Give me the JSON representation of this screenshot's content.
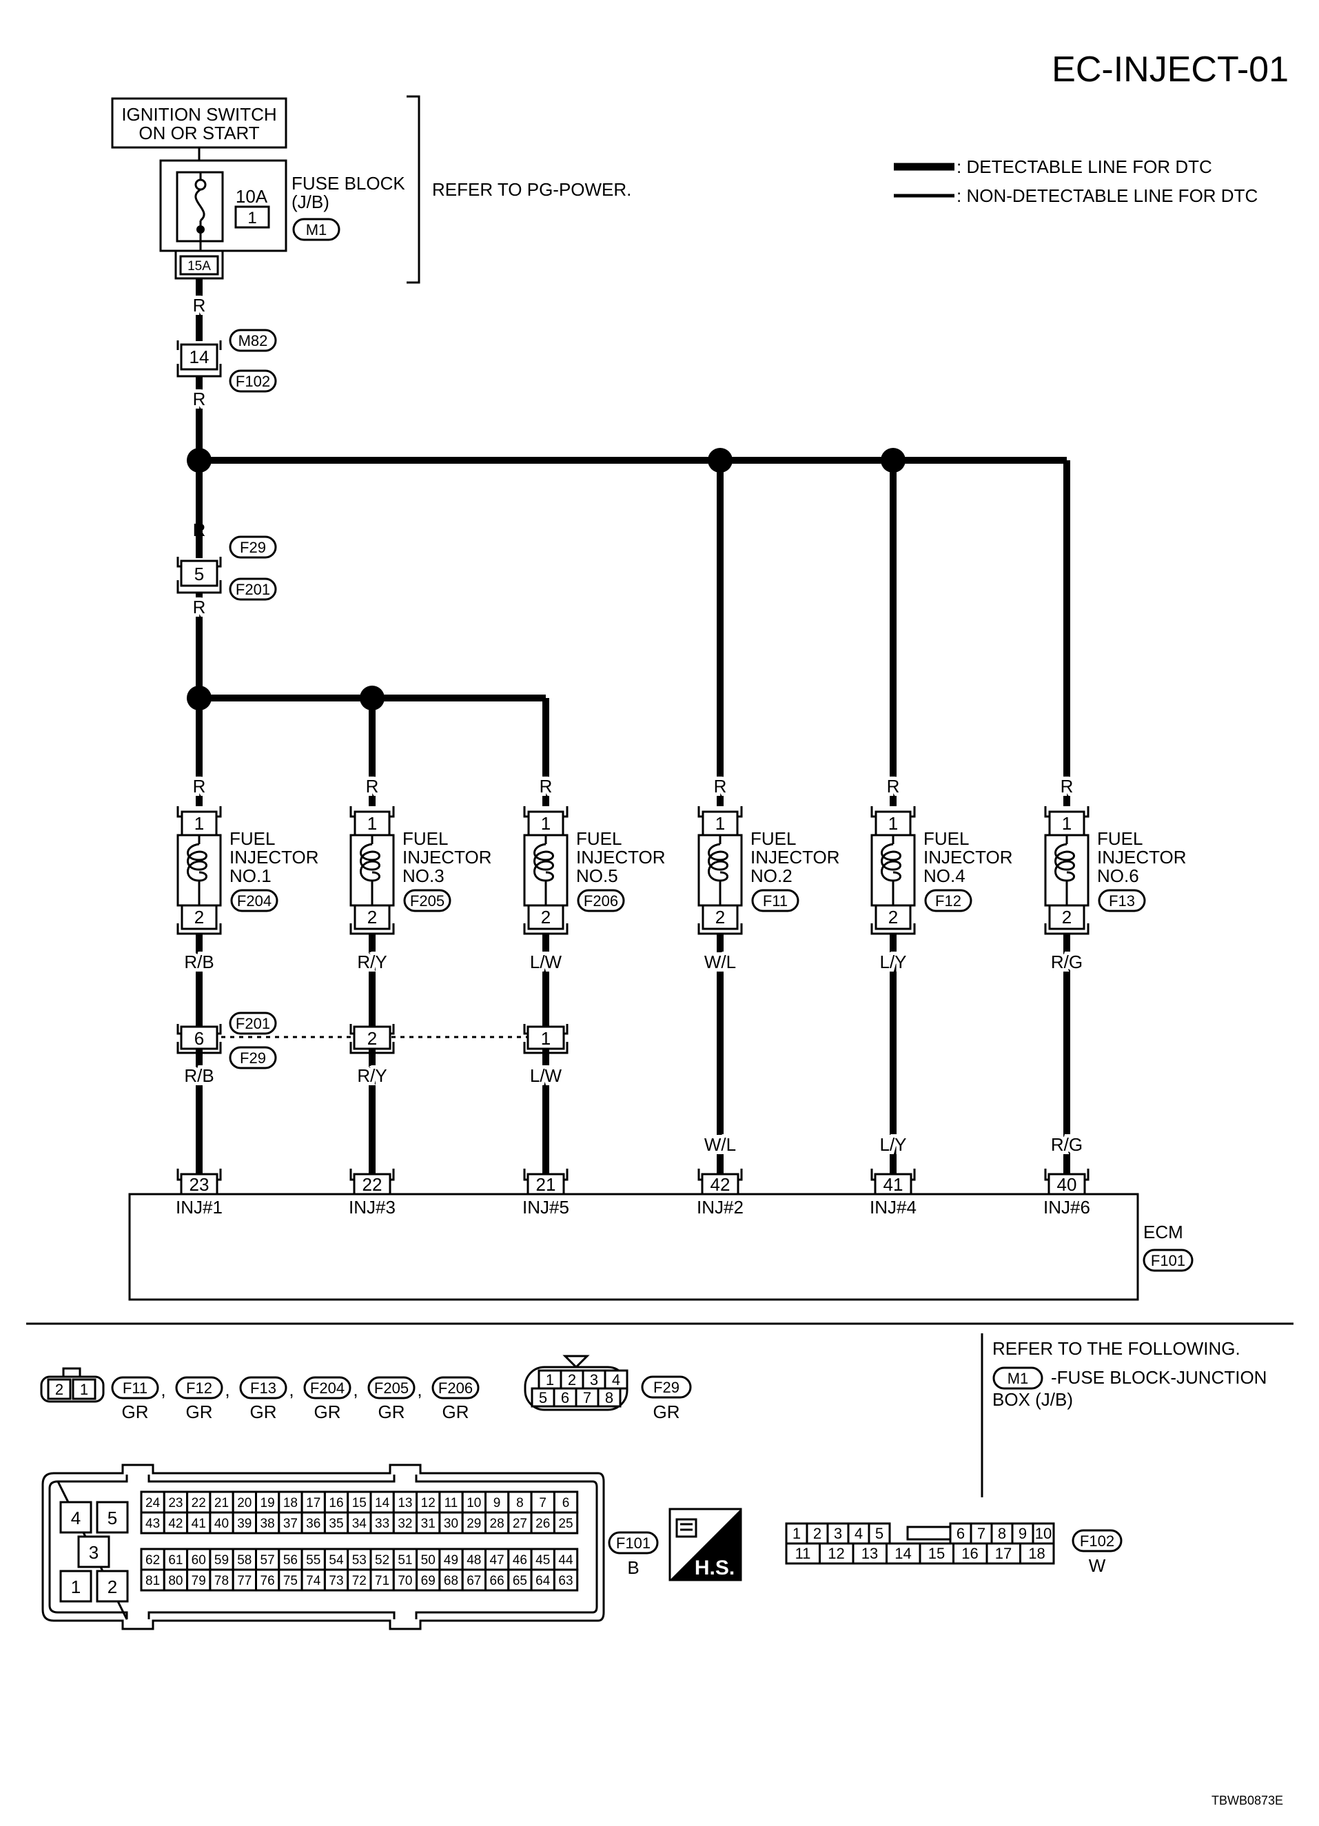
{
  "title": "EC-INJECT-01",
  "doc_code": "TBWB0873E",
  "legend": {
    "detectable": ": DETECTABLE LINE FOR DTC",
    "non_detectable": ": NON-DETECTABLE LINE FOR DTC"
  },
  "power": {
    "ignition_line1": "IGNITION SWITCH",
    "ignition_line2": "ON OR START",
    "fuse_amp": "10A",
    "fuse_num": "1",
    "fuse_block_line1": "FUSE BLOCK",
    "fuse_block_line2": "(J/B)",
    "fuse_block_conn": "M1",
    "refer_text": "REFER TO PG-POWER.",
    "terminal": "15A"
  },
  "wire_colors": {
    "r": "R",
    "inj1": "R/B",
    "inj3": "R/Y",
    "inj5": "L/W",
    "inj2": "W/L",
    "inj4": "L/Y",
    "inj6": "R/G"
  },
  "connectors": {
    "m82": "M82",
    "m82_pin": "14",
    "f102": "F102",
    "f29": "F29",
    "f29_pin": "5",
    "f201": "F201",
    "f201_pins": [
      "6",
      "2",
      "1"
    ]
  },
  "injectors": [
    {
      "line1": "FUEL",
      "line2": "INJECTOR",
      "line3": "NO.1",
      "conn": "F204",
      "pin_top": "1",
      "pin_bot": "2"
    },
    {
      "line1": "FUEL",
      "line2": "INJECTOR",
      "line3": "NO.3",
      "conn": "F205",
      "pin_top": "1",
      "pin_bot": "2"
    },
    {
      "line1": "FUEL",
      "line2": "INJECTOR",
      "line3": "NO.5",
      "conn": "F206",
      "pin_top": "1",
      "pin_bot": "2"
    },
    {
      "line1": "FUEL",
      "line2": "INJECTOR",
      "line3": "NO.2",
      "conn": "F11",
      "pin_top": "1",
      "pin_bot": "2"
    },
    {
      "line1": "FUEL",
      "line2": "INJECTOR",
      "line3": "NO.4",
      "conn": "F12",
      "pin_top": "1",
      "pin_bot": "2"
    },
    {
      "line1": "FUEL",
      "line2": "INJECTOR",
      "line3": "NO.6",
      "conn": "F13",
      "pin_top": "1",
      "pin_bot": "2"
    }
  ],
  "ecm": {
    "label": "ECM",
    "conn": "F101",
    "terminals": [
      {
        "pin": "23",
        "name": "INJ#1"
      },
      {
        "pin": "22",
        "name": "INJ#3"
      },
      {
        "pin": "21",
        "name": "INJ#5"
      },
      {
        "pin": "42",
        "name": "INJ#2"
      },
      {
        "pin": "41",
        "name": "INJ#4"
      },
      {
        "pin": "40",
        "name": "INJ#6"
      }
    ]
  },
  "connector_views": {
    "two_pin": {
      "pins": [
        "2",
        "1"
      ]
    },
    "injector_conns": [
      {
        "name": "F11",
        "color": "GR"
      },
      {
        "name": "F12",
        "color": "GR"
      },
      {
        "name": "F13",
        "color": "GR"
      },
      {
        "name": "F204",
        "color": "GR"
      },
      {
        "name": "F205",
        "color": "GR"
      },
      {
        "name": "F206",
        "color": "GR"
      }
    ],
    "f29_view": {
      "pins_top": [
        "1",
        "2",
        "3",
        "4"
      ],
      "pins_bot": [
        "5",
        "6",
        "7",
        "8"
      ],
      "name": "F29",
      "color": "GR"
    },
    "f101_view": {
      "name": "F101",
      "color": "B",
      "big_pins": [
        "4",
        "5",
        "3",
        "1",
        "2"
      ],
      "row1": [
        "24",
        "23",
        "22",
        "21",
        "20",
        "19",
        "18",
        "17",
        "16",
        "15",
        "14",
        "13",
        "12",
        "11",
        "10",
        "9",
        "8",
        "7",
        "6"
      ],
      "row2": [
        "43",
        "42",
        "41",
        "40",
        "39",
        "38",
        "37",
        "36",
        "35",
        "34",
        "33",
        "32",
        "31",
        "30",
        "29",
        "28",
        "27",
        "26",
        "25"
      ],
      "row3": [
        "62",
        "61",
        "60",
        "59",
        "58",
        "57",
        "56",
        "55",
        "54",
        "53",
        "52",
        "51",
        "50",
        "49",
        "48",
        "47",
        "46",
        "45",
        "44"
      ],
      "row4": [
        "81",
        "80",
        "79",
        "78",
        "77",
        "76",
        "75",
        "74",
        "73",
        "72",
        "71",
        "70",
        "69",
        "68",
        "67",
        "66",
        "65",
        "64",
        "63"
      ]
    },
    "hs_label": "H.S.",
    "f102_view": {
      "name": "F102",
      "color": "W",
      "top_left": [
        "1",
        "2",
        "3",
        "4",
        "5"
      ],
      "top_right": [
        "6",
        "7",
        "8",
        "9",
        "10"
      ],
      "bottom": [
        "11",
        "12",
        "13",
        "14",
        "15",
        "16",
        "17",
        "18"
      ]
    }
  },
  "refer_following": {
    "heading": "REFER TO THE FOLLOWING.",
    "conn": "M1",
    "text_line1": "-FUSE BLOCK-JUNCTION",
    "text_line2": "BOX (J/B)"
  }
}
